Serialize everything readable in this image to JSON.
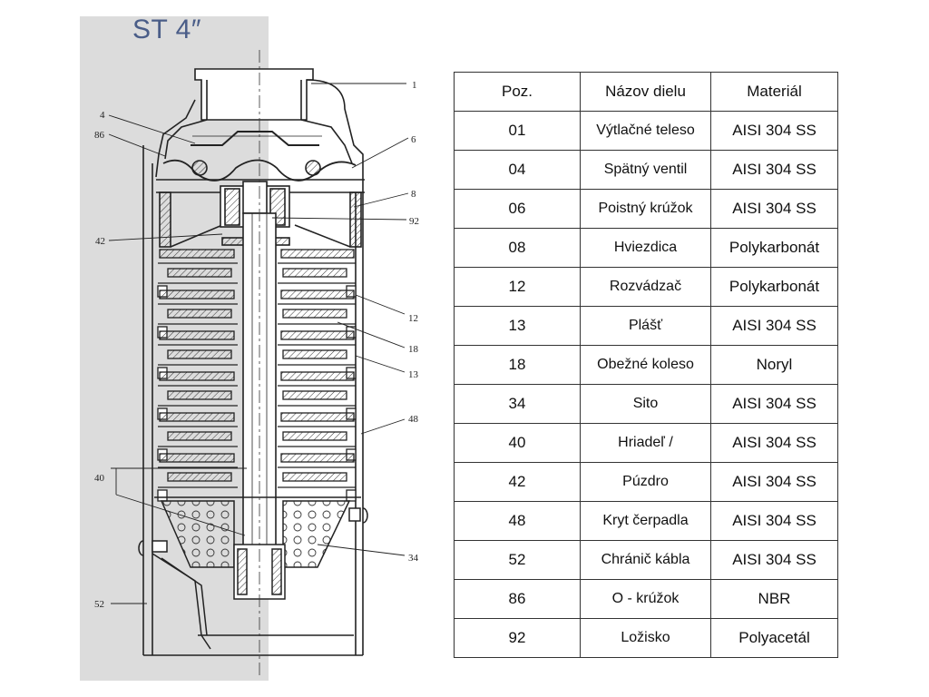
{
  "title": "ST 4″",
  "callouts": {
    "c1": "1",
    "c4": "4",
    "c86": "86",
    "c6": "6",
    "c8": "8",
    "c92": "92",
    "c42": "42",
    "c12": "12",
    "c18": "18",
    "c13": "13",
    "c48": "48",
    "c40": "40",
    "c34": "34",
    "c52": "52"
  },
  "table": {
    "headers": [
      "Poz.",
      "Názov dielu",
      "Materiál"
    ],
    "rows": [
      [
        "01",
        "Výtlačné teleso",
        "AISI 304 SS"
      ],
      [
        "04",
        "Spätný ventil",
        "AISI 304 SS"
      ],
      [
        "06",
        "Poistný krúžok",
        "AISI 304 SS"
      ],
      [
        "08",
        "Hviezdica",
        "Polykarbonát"
      ],
      [
        "12",
        "Rozvádzač",
        "Polykarbonát"
      ],
      [
        "13",
        "Plášť",
        "AISI 304 SS"
      ],
      [
        "18",
        "Obežné koleso",
        "Noryl"
      ],
      [
        "34",
        "Sito",
        "AISI 304 SS"
      ],
      [
        "40",
        "Hriadeľ /",
        "AISI 304 SS"
      ],
      [
        "42",
        "Púzdro",
        "AISI 304 SS"
      ],
      [
        "48",
        "Kryt čerpadla",
        "AISI 304 SS"
      ],
      [
        "52",
        "Chránič kábla",
        "AISI 304 SS"
      ],
      [
        "86",
        "O - krúžok",
        "NBR"
      ],
      [
        "92",
        "Ložisko",
        "Polyacetál"
      ]
    ]
  }
}
